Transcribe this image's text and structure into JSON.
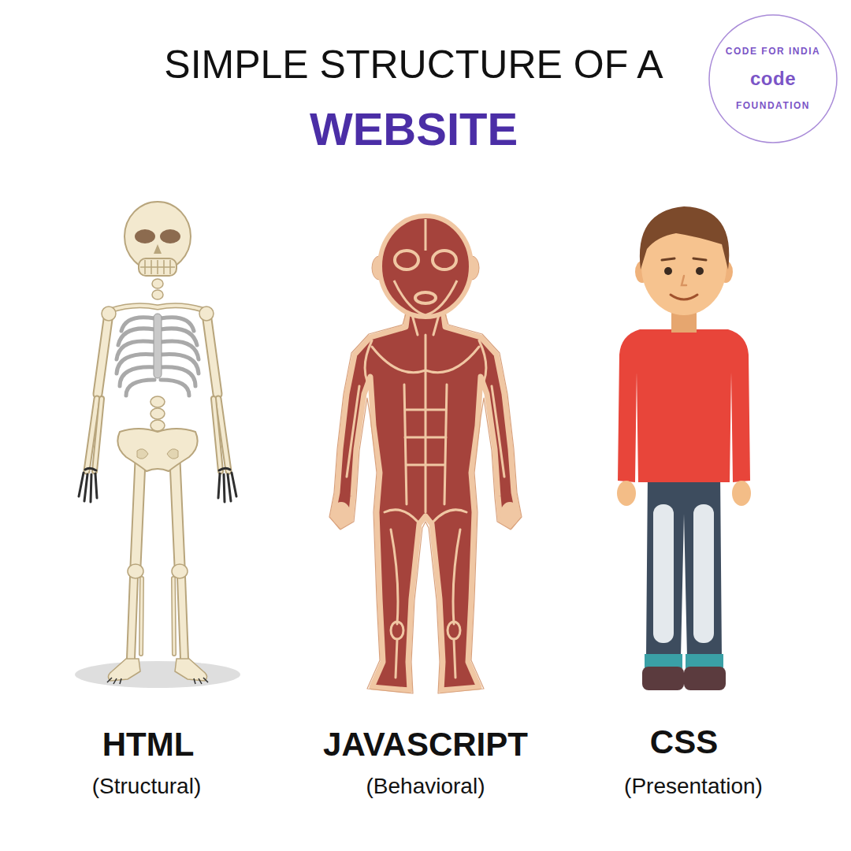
{
  "diagram": {
    "title": "SIMPLE STRUCTURE OF A",
    "nodes": [
      {
        "text": [
          "CODE FOR INDIA",
          "code",
          "FOUNDATION"
        ]
      }
    ],
    "labels": [
      "WEBSITE",
      "HTML",
      "(Structural)",
      "JAVASCRIPT",
      "(Behavioral)",
      "CSS",
      "(Presentation)"
    ]
  }
}
